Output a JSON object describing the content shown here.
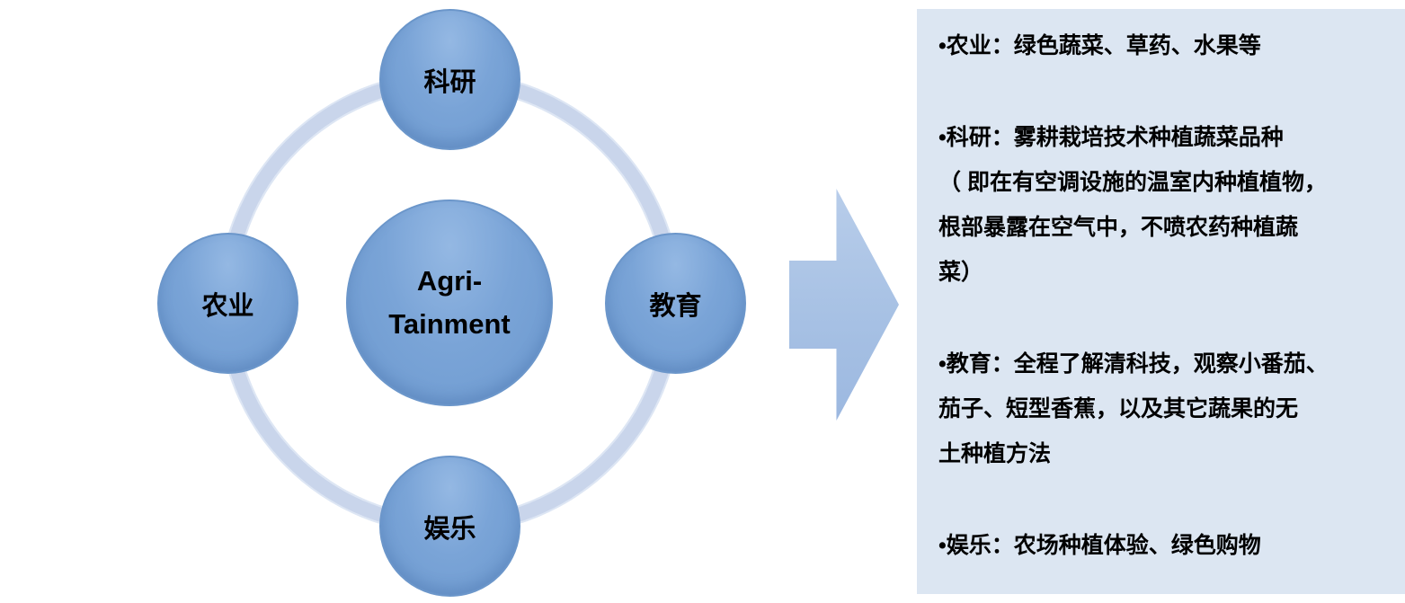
{
  "diagram": {
    "center": {
      "line1": "Agri-",
      "line2": "Tainment"
    },
    "nodes": {
      "top": "科研",
      "left": "农业",
      "right": "教育",
      "bottom": "娱乐"
    }
  },
  "panel": {
    "items": [
      "•农业：绿色蔬菜、草药、水果等",
      "•科研：雾耕栽培技术种植蔬菜品种\n（ 即在有空调设施的温室内种植植物，\n根部暴露在空气中，不喷农药种植蔬\n菜）",
      "•教育：全程了解清科技，观察小番茄、\n茄子、短型香蕉，以及其它蔬果的无\n土种植方法",
      "•娱乐：农场种植体验、绿色购物"
    ]
  },
  "colors": {
    "node_fill": "#7aa4d7",
    "node_border": "#6b96ca",
    "ring": "#c9d5eb",
    "arrow": "#a7c1e4",
    "panel_background": "#dce6f2",
    "text": "#000000"
  }
}
